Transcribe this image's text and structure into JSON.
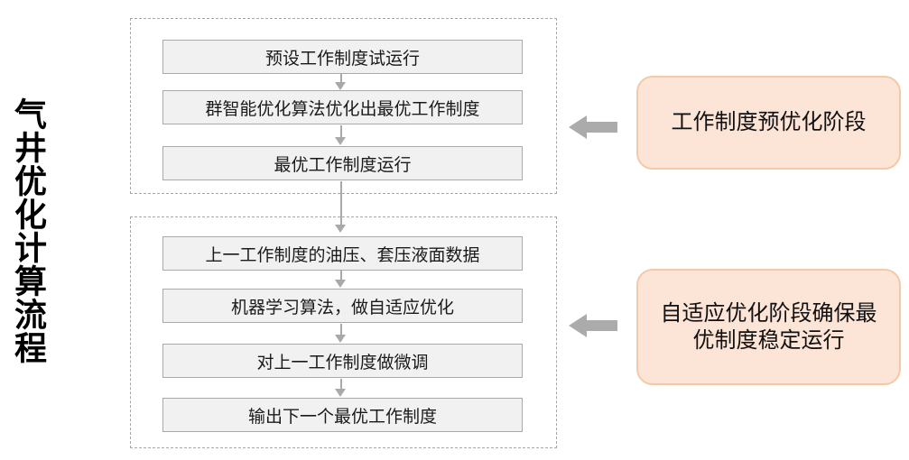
{
  "title": "气井优化计算流程",
  "flow": {
    "stage1": {
      "steps": [
        "预设工作制度试运行",
        "群智能优化算法优化出最优工作制度",
        "最优工作制度运行"
      ]
    },
    "stage2": {
      "steps": [
        "上一工作制度的油压、套压液面数据",
        "机器学习算法，做自适应优化",
        "对上一工作制度做微调",
        "输出下一个最优工作制度"
      ]
    }
  },
  "callouts": {
    "stage1": "工作制度预优化阶段",
    "stage2": "自适应优化阶段确保最优制度稳定运行"
  },
  "colors": {
    "callout_fill": "#fce4d6",
    "callout_border": "#f3c9a8",
    "step_fill": "#f1f1f1",
    "step_border": "#a9a9a9",
    "container_border": "#a6a6a6",
    "arrow_gray": "#ababab",
    "title_color": "#000000"
  }
}
